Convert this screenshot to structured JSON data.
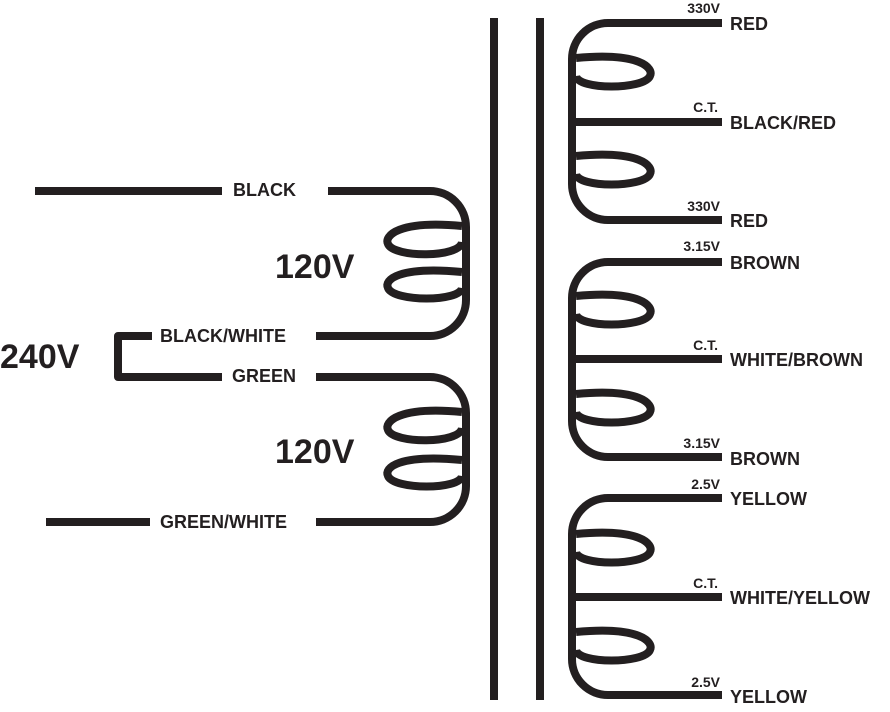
{
  "primary": {
    "voltage_240": "240V",
    "upper_voltage": "120V",
    "lower_voltage": "120V",
    "wires": {
      "black": "BLACK",
      "black_white": "BLACK/WHITE",
      "green": "GREEN",
      "green_white": "GREEN/WHITE"
    }
  },
  "secondary": {
    "high_voltage": {
      "top_voltage": "330V",
      "top_wire": "RED",
      "ct_label": "C.T.",
      "ct_wire": "BLACK/RED",
      "bottom_voltage": "330V",
      "bottom_wire": "RED"
    },
    "filament_315": {
      "top_voltage": "3.15V",
      "top_wire": "BROWN",
      "ct_label": "C.T.",
      "ct_wire": "WHITE/BROWN",
      "bottom_voltage": "3.15V",
      "bottom_wire": "BROWN"
    },
    "filament_25": {
      "top_voltage": "2.5V",
      "top_wire": "YELLOW",
      "ct_label": "C.T.",
      "ct_wire": "WHITE/YELLOW",
      "bottom_voltage": "2.5V",
      "bottom_wire": "YELLOW"
    }
  },
  "colors": {
    "ink": "#231f20",
    "background": "#ffffff"
  }
}
